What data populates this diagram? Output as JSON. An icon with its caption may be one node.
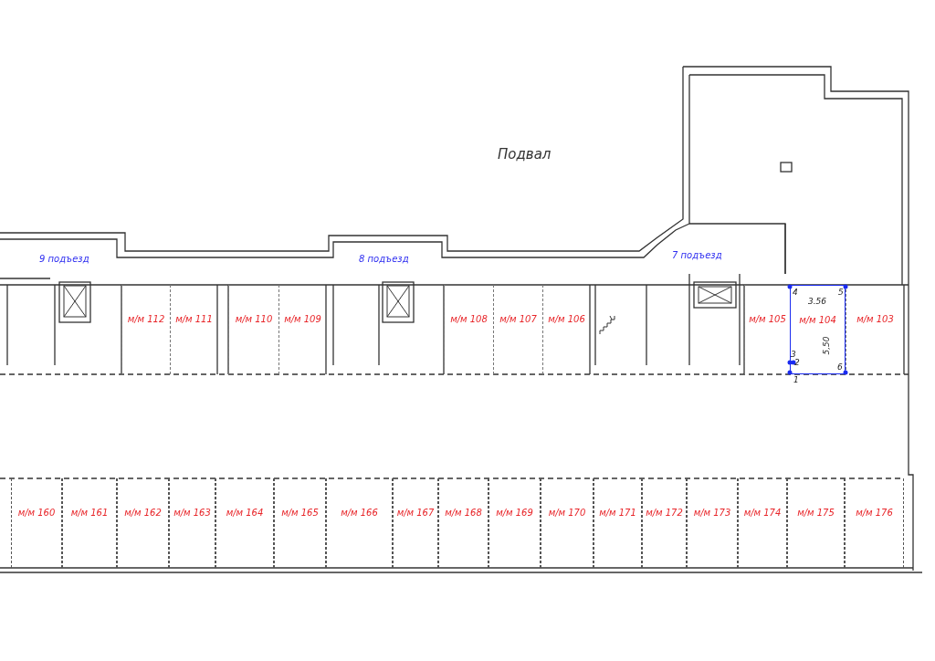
{
  "diagram": {
    "nodes": [
      {
        "text": [
          "м/м 112"
        ]
      },
      {
        "text": [
          "м/м 111"
        ]
      },
      {
        "text": [
          "м/м 110"
        ]
      },
      {
        "text": [
          "м/м 109"
        ]
      },
      {
        "text": [
          "м/м 108"
        ]
      },
      {
        "text": [
          "м/м 107"
        ]
      },
      {
        "text": [
          "м/м 106"
        ]
      },
      {
        "text": [
          "м/м 105"
        ]
      },
      {
        "text": [
          "м/м 104"
        ]
      },
      {
        "text": [
          "м/м 103"
        ]
      },
      {
        "text": [
          "м/м 160"
        ]
      },
      {
        "text": [
          "м/м 161"
        ]
      },
      {
        "text": [
          "м/м 162"
        ]
      },
      {
        "text": [
          "м/м 163"
        ]
      },
      {
        "text": [
          "м/м 164"
        ]
      },
      {
        "text": [
          "м/м 165"
        ]
      },
      {
        "text": [
          "м/м 166"
        ]
      },
      {
        "text": [
          "м/м 167"
        ]
      },
      {
        "text": [
          "м/м 168"
        ]
      },
      {
        "text": [
          "м/м 169"
        ]
      },
      {
        "text": [
          "м/м 170"
        ]
      },
      {
        "text": [
          "м/м 171"
        ]
      },
      {
        "text": [
          "м/м 172"
        ]
      },
      {
        "text": [
          "м/м 173"
        ]
      },
      {
        "text": [
          "м/м 174"
        ]
      },
      {
        "text": [
          "м/м 175"
        ]
      },
      {
        "text": [
          "м/м 176"
        ]
      }
    ],
    "edges": [],
    "labels": [
      "Подвал",
      "9 подъезд",
      "8 подъезд",
      "7 подъезд",
      "4",
      "5",
      "3.56",
      "3",
      "2",
      "5,50",
      "6",
      "1"
    ]
  }
}
